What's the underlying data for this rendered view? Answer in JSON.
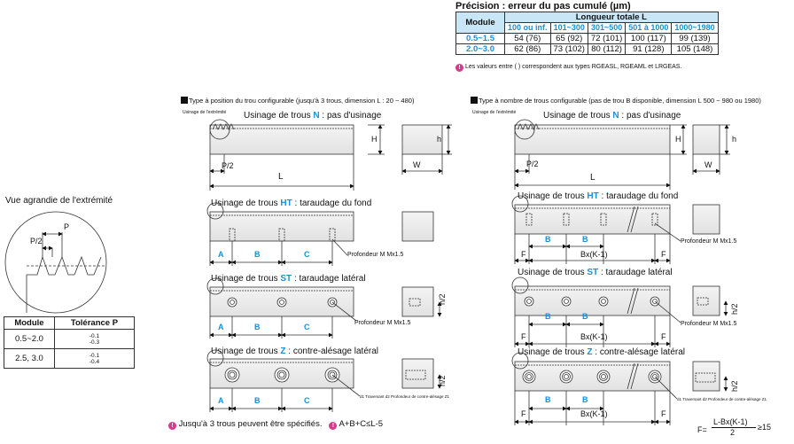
{
  "precision": {
    "title": "Précision : erreur du pas cumulé (µm)",
    "module_header": "Module",
    "length_header": "Longueur totale L",
    "columns": [
      "100 ou inf.",
      "101~300",
      "301~500",
      "501 à 1000",
      "1000~1980"
    ],
    "rows": [
      {
        "module": "0.5~1.5",
        "values": [
          "54 (76)",
          "65 (92)",
          "72 (101)",
          "100 (117)",
          "99 (139)"
        ]
      },
      {
        "module": "2.0~3.0",
        "values": [
          "62 (86)",
          "73 (102)",
          "80 (112)",
          "91 (128)",
          "105 (148)"
        ]
      }
    ],
    "note": "Les valeurs entre ( ) correspondent aux types RGEASL, RGEAML et LRGEAS."
  },
  "left_title": "Type à position du trou configurable (jusqu'à 3 trous, dimension L : 20 ~ 480)",
  "right_title": "Type à nombre de trous configurable (pas de trou B disponible, dimension L 500 ~ 980 ou 1980)",
  "edge_label": "Usinage de l'extrémité",
  "sections": {
    "n": {
      "prefix": "Usinage de trous ",
      "code": "N",
      "suffix": " : pas d'usinage"
    },
    "ht": {
      "prefix": "Usinage de trous ",
      "code": "HT",
      "suffix": " : taraudage du fond"
    },
    "st": {
      "prefix": "Usinage de trous ",
      "code": "ST",
      "suffix": " : taraudage latéral"
    },
    "z": {
      "prefix": "Usinage de trous ",
      "code": "Z",
      "suffix": " : contre-alésage latéral"
    }
  },
  "dims": {
    "H": "H",
    "h": "h",
    "W": "W",
    "L": "L",
    "P2": "P/2",
    "P": "P",
    "A": "A",
    "B": "B",
    "C": "C",
    "F": "F",
    "BxK": "Bx(K-1)",
    "h2": "h/2"
  },
  "depth_label": "Profondeur M Mx1.5",
  "z_label": "d1 Traversant d2 Profondeur de contre-alésage Z1",
  "zoom_title": "Vue agrandie de l'extrémité",
  "tolerance": {
    "module_header": "Module",
    "tol_header": "Tolérance P",
    "rows": [
      {
        "module": "0.5~2.0",
        "upper": "-0.1",
        "lower": "-0.3"
      },
      {
        "module": "2.5, 3.0",
        "upper": "-0.1",
        "lower": "-0.4"
      }
    ]
  },
  "bottom_note1": "Jusqu'à 3 trous peuvent être spécifiés.",
  "bottom_note2": "A+B+C≤L-5",
  "formula": {
    "lhs": "F=",
    "num": "L-Bx(K-1)",
    "den": "2",
    "rhs": "≥15"
  },
  "colors": {
    "accent": "#1a8fd6",
    "header_bg": "#c9e6f6",
    "note_icon": "#d63a8a"
  }
}
